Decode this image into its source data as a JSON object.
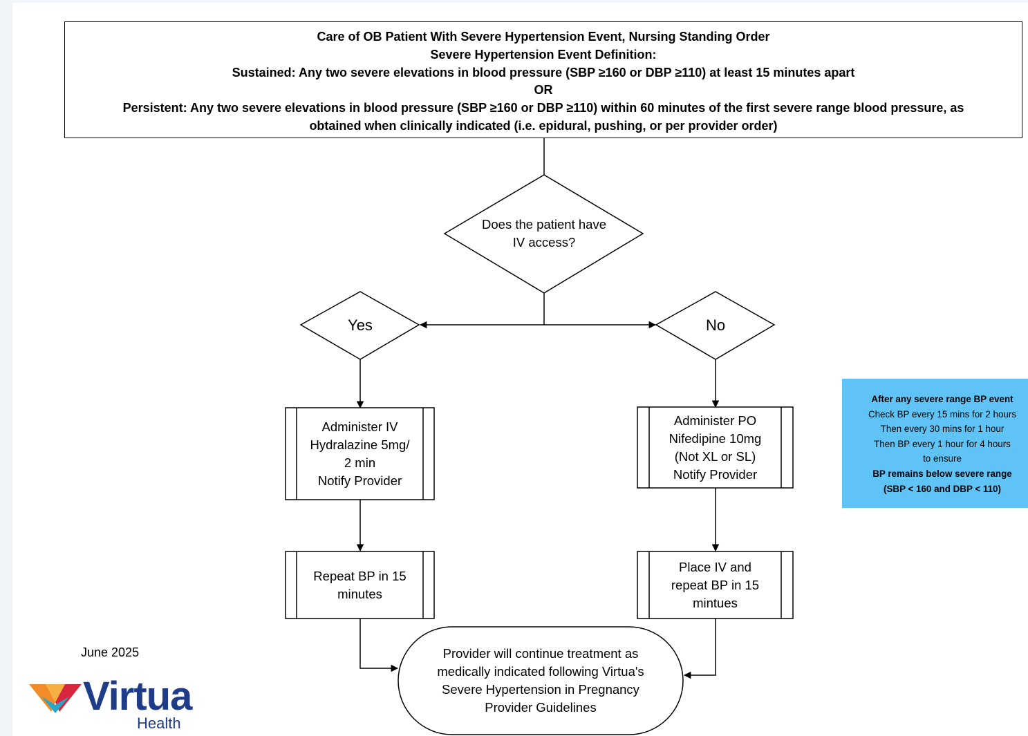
{
  "header": {
    "lines": [
      "Care of OB Patient With Severe Hypertension Event, Nursing Standing Order",
      "Severe Hypertension Event Definition:",
      "Sustained: Any two severe elevations in blood pressure (SBP ≥160 or DBP ≥110) at least 15 minutes apart",
      "OR",
      "Persistent: Any two severe elevations in blood pressure (SBP ≥160 or DBP ≥110) within 60 minutes of the first severe range blood pressure, as",
      "obtained when clinically indicated (i.e. epidural, pushing, or per provider order)"
    ]
  },
  "decision": {
    "lines": [
      "Does the patient have",
      "IV access?"
    ]
  },
  "branches": {
    "yes": "Yes",
    "no": "No"
  },
  "yes_path": {
    "step1": [
      "Administer IV",
      "Hydralazine 5mg/",
      "2 min",
      "Notify Provider"
    ],
    "step2": [
      "Repeat BP in 15",
      "minutes"
    ]
  },
  "no_path": {
    "step1": [
      "Administer PO",
      "Nifedipine 10mg",
      "(Not XL or SL)",
      "Notify Provider"
    ],
    "step2": [
      "Place IV and",
      "repeat BP in 15",
      "mintues"
    ]
  },
  "final": {
    "lines": [
      "Provider will continue treatment as",
      "medically indicated following Virtua's",
      "Severe Hypertension in Pregnancy",
      "Provider Guidelines"
    ]
  },
  "bp_note": {
    "title": "After any severe range BP event",
    "lines": [
      "Check BP every 15 mins for 2  hours",
      "Then every 30 mins for 1 hour",
      "Then BP every 1 hour for 4 hours",
      "to ensure"
    ],
    "emphasis": [
      "BP remains below severe range",
      "(SBP < 160 and DBP < 110)"
    ],
    "color": "#5fc4f5"
  },
  "footer": {
    "date": "June 2025",
    "logo_word": "Virtua",
    "logo_sub": "Health",
    "logo_colors": {
      "brand_blue": "#1f3c88",
      "orange": "#f28c28",
      "red": "#d7263d",
      "teal": "#2aa6c9"
    }
  }
}
